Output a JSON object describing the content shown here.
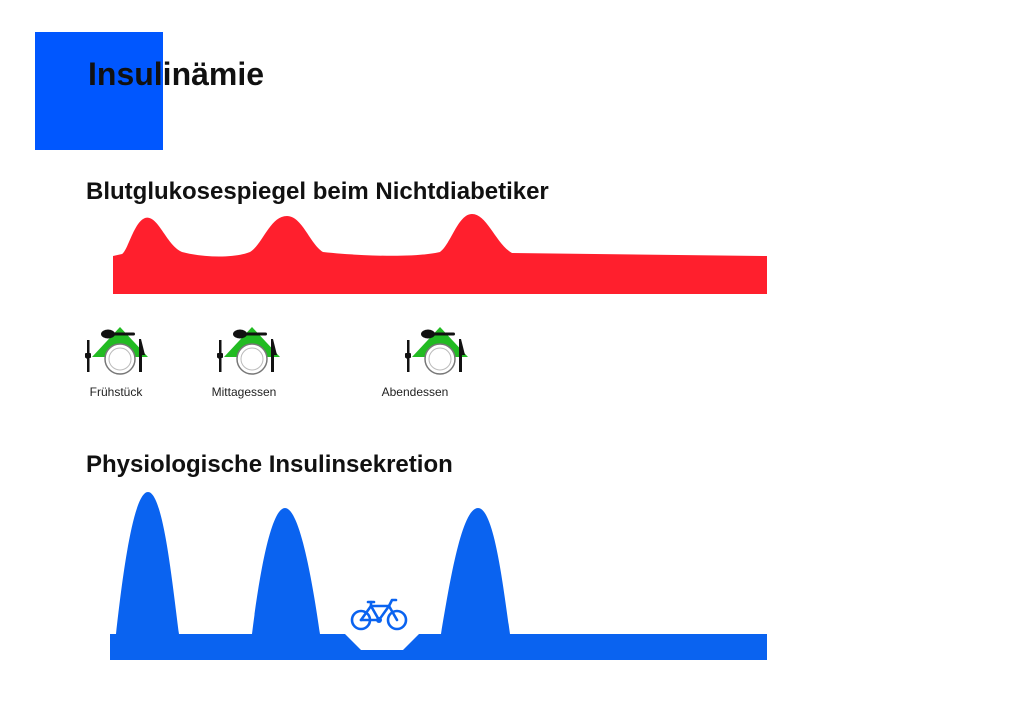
{
  "title": "Insulinämie",
  "glucose": {
    "heading": "Blutglukosespiegel beim Nichtdiabetiker"
  },
  "meals": [
    {
      "label": "Frühstück"
    },
    {
      "label": "Mittagessen"
    },
    {
      "label": "Abendessen"
    }
  ],
  "insulin": {
    "heading": "Physiologische Insulinsekretion"
  },
  "icons": {
    "meal": "place-setting-icon",
    "exercise": "bicycle-icon"
  },
  "colors": {
    "accent": "#0057ff",
    "glucose": "#ff1f2d",
    "insulin": "#0a63f0",
    "plate_highlight": "#22bb22"
  }
}
